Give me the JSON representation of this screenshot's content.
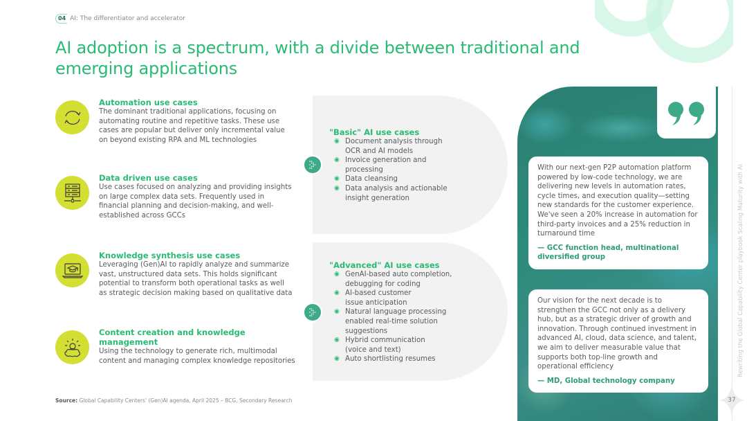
{
  "breadcrumb": {
    "chapter": "04",
    "section": "AI: The differentiator and accelerator"
  },
  "title": "AI adoption is a spectrum, with a divide between traditional and emerging applications",
  "use_cases": [
    {
      "icon": "refresh-cycle-icon",
      "title": "Automation use cases",
      "description": "The dominant traditional applications, focusing on automating routine and repetitive tasks. These use cases are popular but deliver only incremental value on beyond existing RPA and ML technologies"
    },
    {
      "icon": "server-network-icon",
      "title": "Data driven use cases",
      "description": "Use cases focused on analyzing and providing insights on large complex data sets. Frequently used in financial planning and decision-making, and well-established across GCCs"
    },
    {
      "icon": "laptop-graduation-cap-icon",
      "title": "Knowledge synthesis use cases",
      "description": "Leveraging (Gen)AI to rapidly analyze and summarize vast, unstructured data sets. This holds significant potential to transform both operational tasks as well as strategic decision making based on qualitative data"
    },
    {
      "icon": "lightbulb-brain-icon",
      "title": "Content creation and knowledge management",
      "description": "Using the technology to generate rich, multimodal content and managing complex knowledge repositories"
    }
  ],
  "panels": [
    {
      "title": "\"Basic\" AI use cases",
      "items": [
        "Document analysis through OCR and AI models",
        "Invoice generation and processing",
        "Data cleansing",
        "Data analysis and actionable insight generation"
      ]
    },
    {
      "title": "\"Advanced\" AI use cases",
      "items": [
        "GenAI-based auto completion, debugging for coding",
        "AI-based customer issue anticipation",
        "Natural language processing enabled real-time solution suggestions",
        "Hybrid communication (voice and text)",
        "Auto shortlisting resumes"
      ]
    }
  ],
  "quotes": [
    {
      "text": "With our next-gen P2P automation platform powered by low-code technology, we are delivering new levels in automation rates, cycle times, and execution quality—setting new standards for the customer experience. We've seen a 20% increase in automation for third-party invoices and a 25% reduction in turnaround time",
      "attribution": "— GCC function head, multinational diversified group"
    },
    {
      "text": "Our vision for the next decade is to strengthen the GCC not only as a delivery hub, but as a strategic driver of growth and innovation. Through continued investment in advanced AI, cloud, data science, and talent, we aim to deliver measurable value that supports both top-line growth and operational efficiency",
      "attribution": "— MD, Global technology company"
    }
  ],
  "source": {
    "label": "Source:",
    "text": "Global Capability Centers' (Gen)AI agenda, April 2025 – BCG, Secondary Research"
  },
  "sidebar_text": "Rewriting the Global Capability Center playbook Scaling Maturity with AI",
  "page_number": "37",
  "colors": {
    "brand_green": "#29ba74",
    "lime": "#d4df33",
    "teal": "#3eaa8a",
    "panel_bg": "#f2f2f2"
  }
}
